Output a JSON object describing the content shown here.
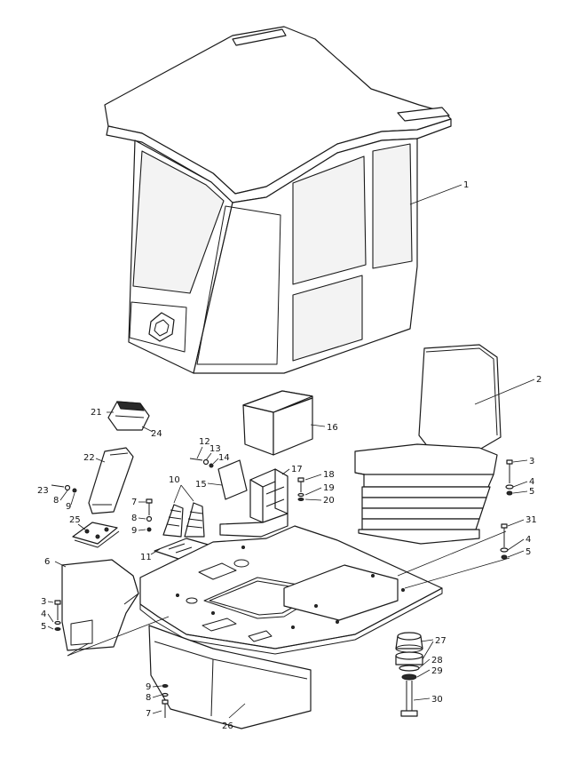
{
  "callouts": {
    "c1": "1",
    "c2": "2",
    "c3a": "3",
    "c4a": "4",
    "c5a": "5",
    "c3b": "3",
    "c4b": "4",
    "c5b": "5",
    "c4c": "4",
    "c5c": "5",
    "c6": "6",
    "c7a": "7",
    "c8a": "8",
    "c9a": "9",
    "c7b": "7",
    "c8b": "8",
    "c9b": "9",
    "c9c": "9",
    "c8c": "8",
    "c10": "10",
    "c11": "11",
    "c12": "12",
    "c13": "13",
    "c14": "14",
    "c15": "15",
    "c16": "16",
    "c17": "17",
    "c18": "18",
    "c19": "19",
    "c20": "20",
    "c21": "21",
    "c22": "22",
    "c23": "23",
    "c24": "24",
    "c25": "25",
    "c26": "26",
    "c27": "27",
    "c28": "28",
    "c29": "29",
    "c30": "30",
    "c31": "31"
  },
  "colors": {
    "ink": "#1a1a1a",
    "paper": "#ffffff"
  }
}
